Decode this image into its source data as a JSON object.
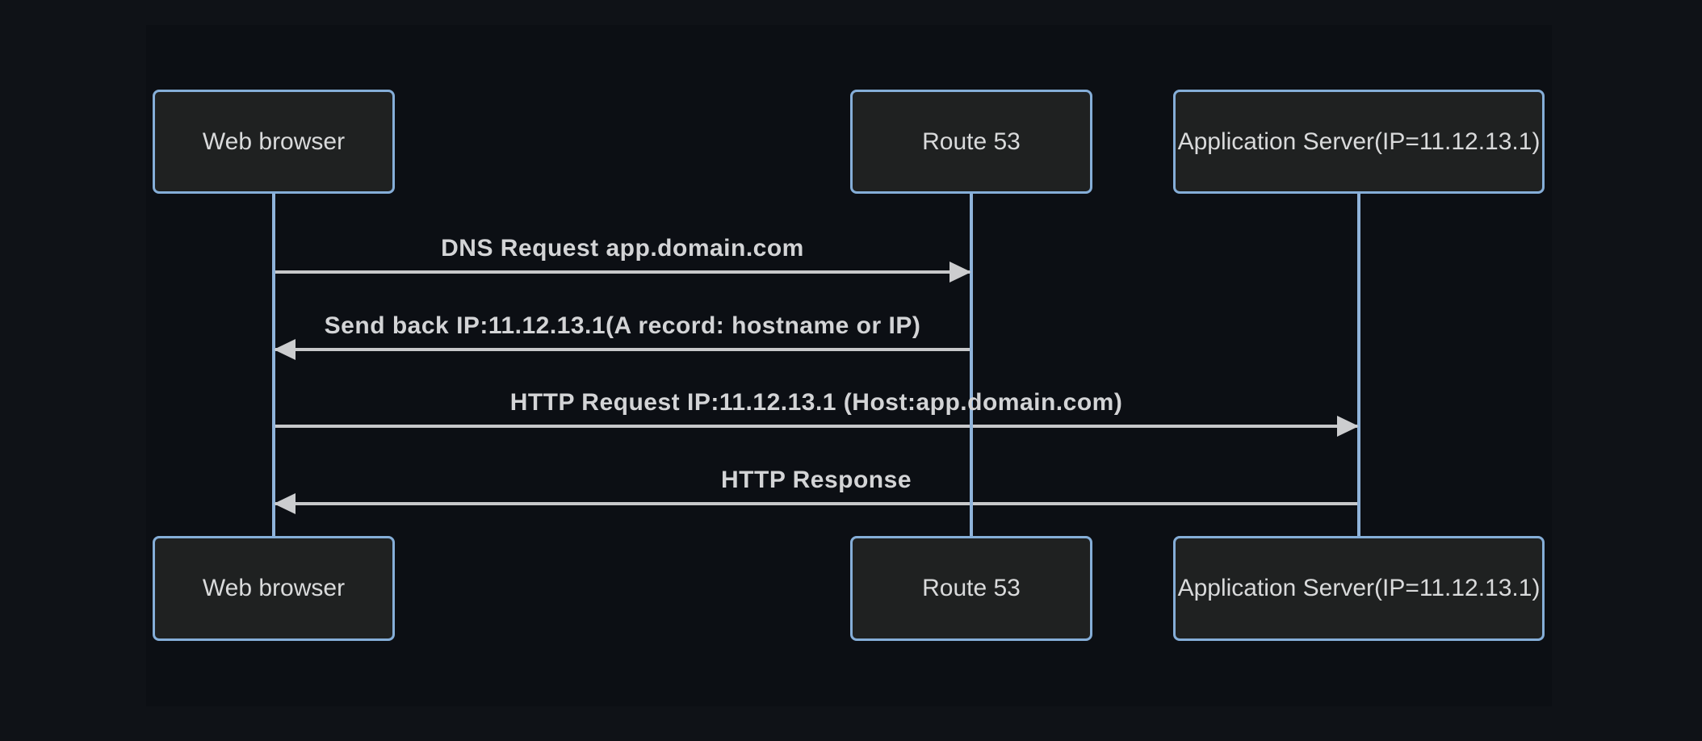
{
  "diagram": {
    "type": "sequence",
    "actors": [
      {
        "id": "web-browser",
        "label": "Web browser"
      },
      {
        "id": "route-53",
        "label": "Route 53"
      },
      {
        "id": "application-server",
        "label": "Application Server(IP=11.12.13.1)"
      }
    ],
    "messages": [
      {
        "label": "DNS Request app.domain.com",
        "from": "Web browser",
        "to": "Route 53",
        "arrow": "solid",
        "direction": "right"
      },
      {
        "label": "Send back IP:11.12.13.1(A record: hostname or IP)",
        "from": "Route 53",
        "to": "Web browser",
        "arrow": "solid",
        "direction": "left"
      },
      {
        "label": "HTTP Request IP:11.12.13.1 (Host:app.domain.com)",
        "from": "Web browser",
        "to": "Application Server(IP=11.12.13.1)",
        "arrow": "solid",
        "direction": "right"
      },
      {
        "label": "HTTP Response",
        "from": "Application Server(IP=11.12.13.1)",
        "to": "Web browser",
        "arrow": "solid",
        "direction": "left"
      }
    ],
    "colors": {
      "page_background": "#0f1217",
      "canvas_background": "#0c0f14",
      "actor_fill": "#1f2121",
      "actor_border": "#85aed8",
      "actor_text": "#d9dadb",
      "lifeline": "#8fb3da",
      "signal_line": "#c7c8ca",
      "signal_text": "#d3d4d6"
    }
  }
}
